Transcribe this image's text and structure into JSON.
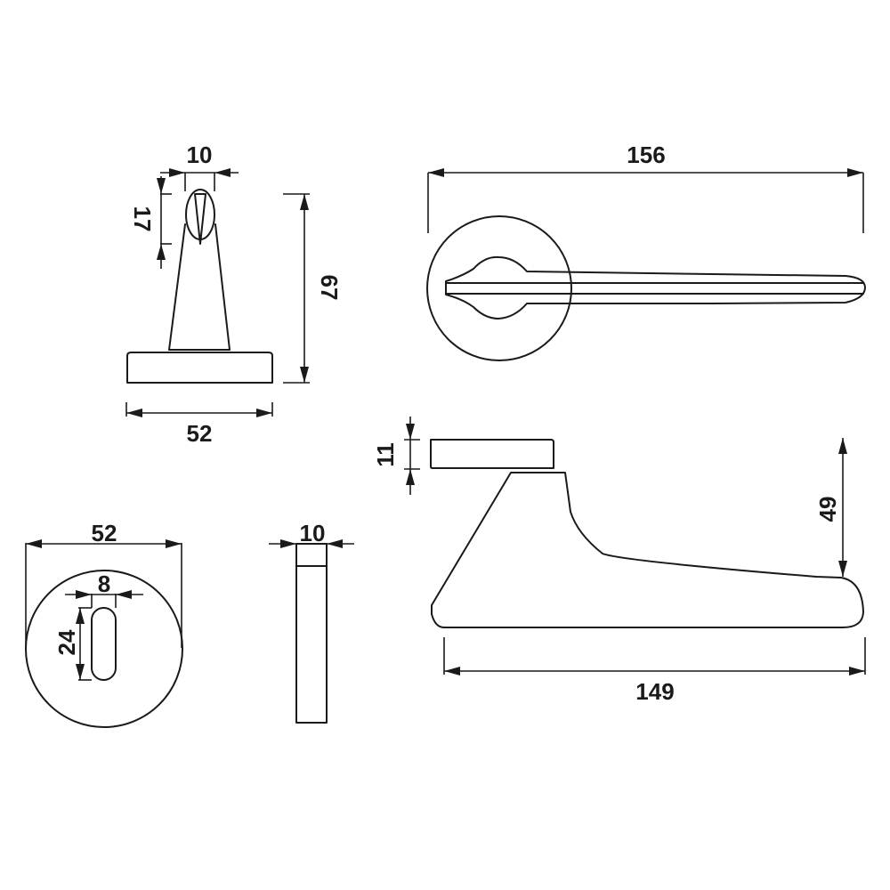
{
  "drawing": {
    "type": "technical-dimension-drawing",
    "subject": "door lever handle on round rose with round escutcheon",
    "line_color": "#1a1a1a",
    "background": "#ffffff"
  },
  "views": {
    "lever_end_view": {
      "dim_top_width": "10",
      "dim_tip_height": "17",
      "dim_total_height": "67",
      "dim_rose_width": "52"
    },
    "lever_top_view": {
      "dim_total_length": "156"
    },
    "lever_side_view": {
      "dim_rose_thickness": "11",
      "dim_projection": "49",
      "dim_lever_length": "149"
    },
    "escutcheon_front_view": {
      "dim_diameter": "52",
      "dim_keyhole_width": "8",
      "dim_keyhole_height": "24"
    },
    "escutcheon_side_view": {
      "dim_thickness": "10"
    }
  }
}
